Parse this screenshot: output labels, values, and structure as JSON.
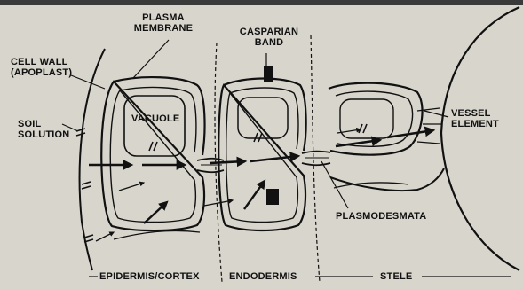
{
  "labels": {
    "plasma_membrane_1": "PLASMA",
    "plasma_membrane_2": "MEMBRANE",
    "casparian_band_1": "CASPARIAN",
    "casparian_band_2": "BAND",
    "cell_wall_1": "CELL WALL",
    "cell_wall_2": "(APOPLAST)",
    "vacuole": "VACUOLE",
    "soil_solution_1": "SOIL",
    "soil_solution_2": "SOLUTION",
    "vessel_element_1": "VESSEL",
    "vessel_element_2": "ELEMENT",
    "plasmodesmata": "PLASMODESMATA",
    "epidermis_cortex": "EPIDERMIS/CORTEX",
    "endodermis": "ENDODERMIS",
    "stele": "STELE"
  },
  "colors": {
    "ink": "#111111",
    "paper": "#d8d5cc",
    "band": "#111111"
  }
}
